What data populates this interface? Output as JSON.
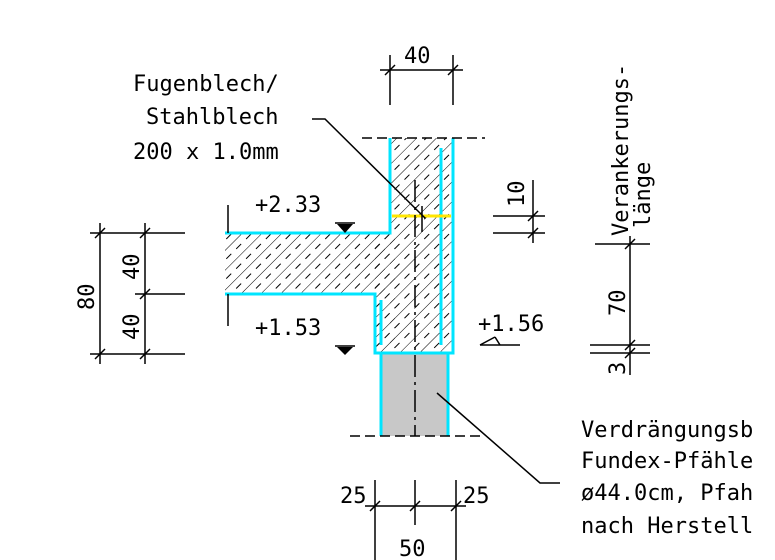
{
  "labels": {
    "fugenblech_1": "Fugenblech/",
    "fugenblech_2": "Stahlblech",
    "fugenblech_3": "200 x 1.0mm",
    "elev_top": "+2.33",
    "elev_bottom": "+1.53",
    "elev_pile": "+1.56",
    "verankerung_1": "Verankerungs-",
    "verankerung_2": "länge",
    "pile_1": "Verdrängungsb",
    "pile_2": "Fundex-Pfähle",
    "pile_3": "ø44.0cm, Pfah",
    "pile_4": "nach Herstell"
  },
  "dimensions": {
    "top_width": "40",
    "total_height": "80",
    "upper_part": "40",
    "lower_part": "40",
    "joint_offset": "10",
    "anchor_70": "70",
    "anchor_3": "3",
    "left_25": "25",
    "right_25": "25",
    "bottom_50": "50"
  },
  "colors": {
    "outline": "#00e5ff",
    "joint": "#ffe600",
    "pile_fill": "#c8c8c8",
    "line": "#000000"
  }
}
